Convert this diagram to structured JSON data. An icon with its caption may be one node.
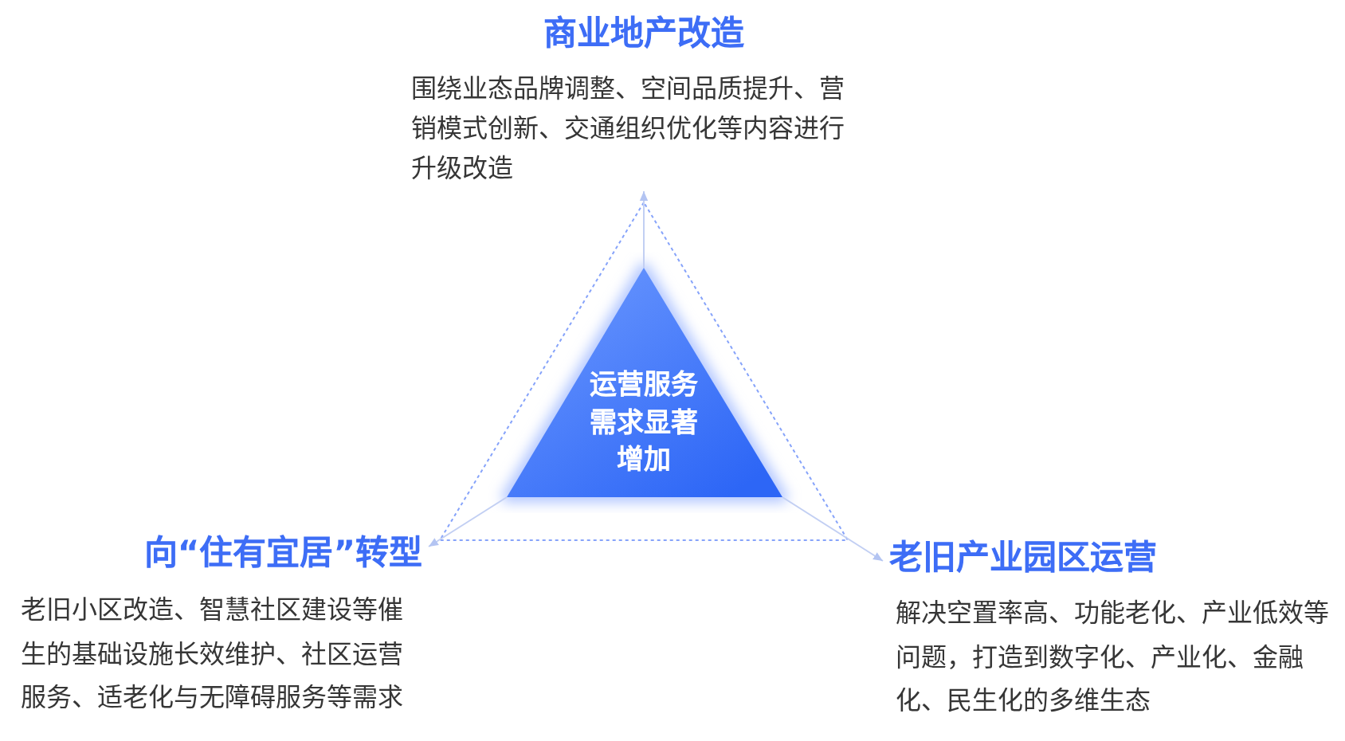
{
  "diagram": {
    "nodes": [
      {
        "text": [],
        "shape": "triangle"
      },
      {
        "text": [
          "运营服务需求显著增加"
        ],
        "in": 0
      },
      {
        "text": [
          "商业地产改造",
          "围绕业态品牌调整、空间品质提升、营销模式创新、交通组织优化等内容进行升级改造"
        ]
      },
      {
        "text": [
          "向“住有宜居”转型",
          "老旧小区改造、智慧社区建设等催生的基础设施长效维护、社区运营服务、适老化与无障碍服务等需求"
        ]
      },
      {
        "text": [
          "老旧产业园区运营",
          "解决空置率高、功能老化、产业低效等问题，打造到数字化、产业化、金融化、民生化的多维生态"
        ]
      }
    ],
    "edges": [
      {
        "from": 1,
        "to": 2,
        "arrow": "to"
      },
      {
        "from": 1,
        "to": 3,
        "arrow": "to"
      },
      {
        "from": 1,
        "to": 4,
        "arrow": "to"
      }
    ]
  }
}
